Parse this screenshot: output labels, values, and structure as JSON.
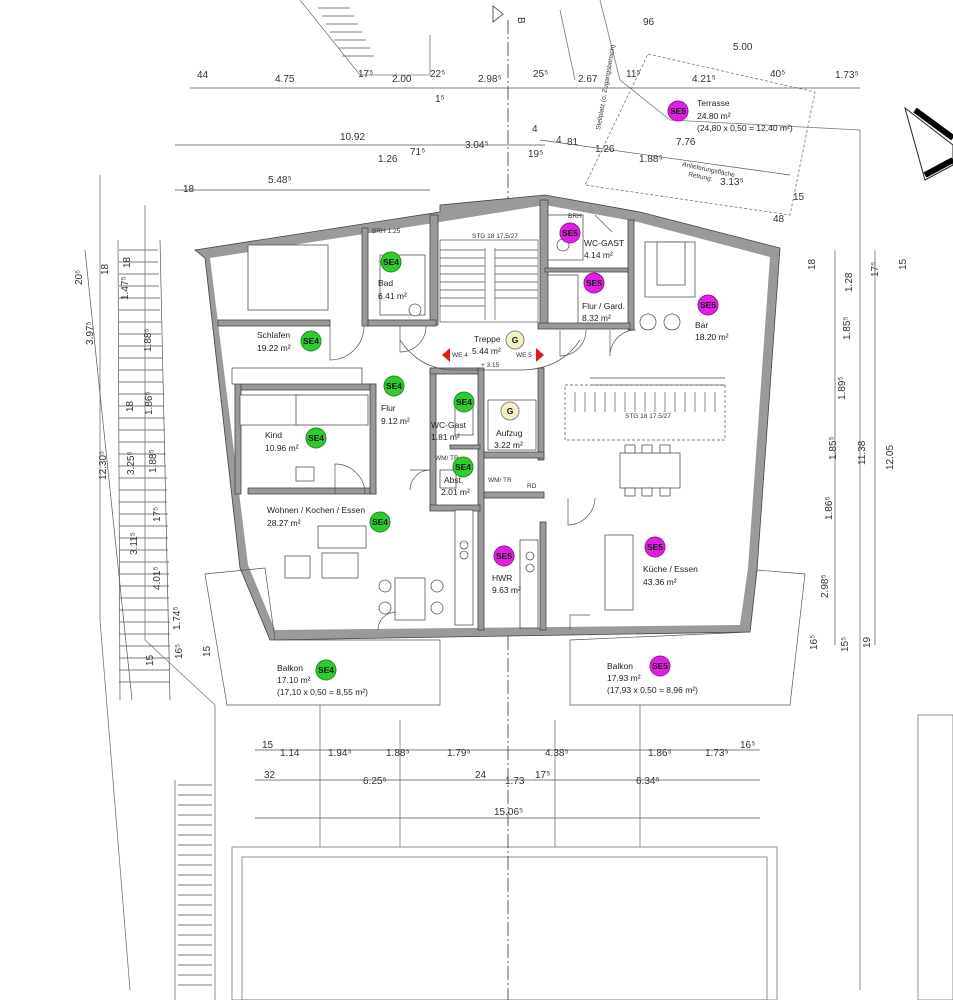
{
  "colors": {
    "se4": "#2ecc2e",
    "se5": "#e020e0",
    "elevator": "#f4f1c8",
    "marker": "#e01b1b",
    "wall": "#9a9a9a"
  },
  "axis_label": "B",
  "dims_top_row": [
    "44",
    "4.75",
    "17⁵",
    "2.00",
    "22⁵",
    "2.98⁵",
    "25⁵",
    "2.67",
    "11⁵",
    "4.21⁵",
    "40⁵",
    "1.73⁵"
  ],
  "dims_top_extra": [
    "96",
    "5.00",
    "1⁵"
  ],
  "dims_upper_left": [
    "10.92",
    "4",
    "1.26",
    "71⁵",
    "3.04⁵",
    "19⁵",
    "18",
    "5.48⁵"
  ],
  "dims_upper_right": [
    "4",
    "81",
    "1.26",
    "7.76",
    "1.88⁵",
    "3.13⁵",
    "15",
    "48"
  ],
  "annotations": {
    "staircase_note": "Stellplatz (o. Zugangsbereich)",
    "notice": "Anlieferungsfläche",
    "rescue": "Rettung:"
  },
  "dims_left": [
    "20⁵",
    "18",
    "18",
    "1.47⁵",
    "3.97⁵",
    "1.88⁵",
    "18",
    "1.86⁵",
    "12.30⁵",
    "3.25⁵",
    "1.88⁵",
    "17⁵",
    "3.11⁵",
    "4.01⁵",
    "1.74⁵",
    "15",
    "16⁵",
    "15"
  ],
  "dims_right": [
    "18",
    "1.28",
    "17⁵",
    "15",
    "1.85⁵",
    "1.89⁵",
    "1.85⁵",
    "11.38",
    "12.05",
    "1.86⁵",
    "2.98⁵",
    "16⁵",
    "15⁵",
    "19"
  ],
  "dims_bottom_row1": [
    "15",
    "1.14",
    "1.94⁵",
    "1.88⁵",
    "1.79⁵",
    "4.38⁵",
    "1.86⁵",
    "1.73⁵",
    "16⁵"
  ],
  "dims_bottom_row2": [
    "32",
    "6.25⁵",
    "24",
    "1.73",
    "17⁵",
    "6.34⁵"
  ],
  "dims_bottom_total": "15.06⁵",
  "rooms": [
    {
      "name": "Schlafen",
      "area": "19.22 m²",
      "unit": "SE4"
    },
    {
      "name": "Bad",
      "area": "6.41 m²",
      "unit": "SE4"
    },
    {
      "name": "Treppe",
      "area": "5.44 m²",
      "unit": "G"
    },
    {
      "name": "WC-GAST",
      "area": "4.14 m²",
      "unit": "SE5"
    },
    {
      "name": "Flur / Gard.",
      "area": "8.32 m²",
      "unit": "SE5"
    },
    {
      "name": "Bar",
      "area": "18.20 m²",
      "unit": "SE5"
    },
    {
      "name": "Flur",
      "area": "9.12 m²",
      "unit": "SE4"
    },
    {
      "name": "WC-Gast",
      "area": "1.81 m²",
      "unit": "SE4"
    },
    {
      "name": "Aufzug",
      "area": "3.22 m²",
      "unit": "G"
    },
    {
      "name": "Kind",
      "area": "10.96 m²",
      "unit": "SE4"
    },
    {
      "name": "Abst.",
      "area": "2.01 m²",
      "unit": "SE4"
    },
    {
      "name": "Wohnen / Kochen / Essen",
      "area": "28.27 m²",
      "unit": "SE4"
    },
    {
      "name": "HWR",
      "area": "9.63 m²",
      "unit": "SE5"
    },
    {
      "name": "Küche / Essen",
      "area": "43.36 m²",
      "unit": "SE5"
    },
    {
      "name": "Balkon",
      "area": "17.10 m²",
      "calc": "(17,10 x 0,50 = 8,55 m²)",
      "unit": "SE4"
    },
    {
      "name": "Balkon",
      "area": "17.93 m²",
      "calc": "(17,93 x 0,50 = 8,96 m²)",
      "unit": "SE5"
    },
    {
      "name": "Terrasse",
      "area": "24.80 m²",
      "calc": "(24,80 x 0,50 = 12,40 m²)",
      "unit": "SE5"
    }
  ],
  "small_labels": {
    "stair_top": "STG 18 17.5/27",
    "stair_mid": "STG 18 17.5/27",
    "brh": "BRH 1.25",
    "brh2": "BRH",
    "we4": "WE 4",
    "we5": "WE 5",
    "level": "+ 3.15",
    "wm1": "WM/ TR",
    "wm2": "WM/ TR",
    "rd": "RD"
  }
}
